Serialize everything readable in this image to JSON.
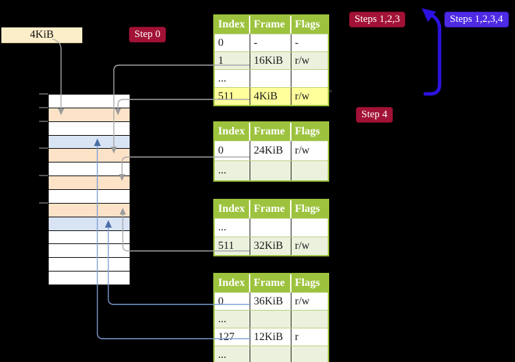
{
  "labels": {
    "page_size": "4KiB"
  },
  "badges": {
    "step0": {
      "label": "Step 0",
      "color": "#a21236"
    },
    "steps123": {
      "label": "Steps 1,2,3",
      "color": "#a21236"
    },
    "steps1234": {
      "label": "Steps 1,2,3,4",
      "color": "#4d2ae4"
    },
    "step4": {
      "label": "Step 4",
      "color": "#a21236"
    }
  },
  "tables": {
    "level1": {
      "headers": [
        "Index",
        "Frame",
        "Flags"
      ],
      "rows": [
        {
          "index": "0",
          "frame": "-",
          "flags": "-",
          "highlight": false
        },
        {
          "index": "1",
          "frame": "16KiB",
          "flags": "r/w",
          "highlight": false
        },
        {
          "index": "...",
          "frame": "",
          "flags": "",
          "highlight": false
        },
        {
          "index": "511",
          "frame": "4KiB",
          "flags": "r/w",
          "highlight": true
        }
      ]
    },
    "level2": {
      "headers": [
        "Index",
        "Frame",
        "Flags"
      ],
      "rows": [
        {
          "index": "0",
          "frame": "24KiB",
          "flags": "r/w"
        },
        {
          "index": "...",
          "frame": "",
          "flags": ""
        }
      ]
    },
    "level3": {
      "headers": [
        "Index",
        "Frame",
        "Flags"
      ],
      "rows": [
        {
          "index": "...",
          "frame": "",
          "flags": ""
        },
        {
          "index": "511",
          "frame": "32KiB",
          "flags": "r/w"
        }
      ]
    },
    "level4": {
      "headers": [
        "Index",
        "Frame",
        "Flags"
      ],
      "rows": [
        {
          "index": "0",
          "frame": "36KiB",
          "flags": "r/w"
        },
        {
          "index": "...",
          "frame": "",
          "flags": ""
        },
        {
          "index": "127",
          "frame": "12KiB",
          "flags": "r"
        },
        {
          "index": "...",
          "frame": "",
          "flags": ""
        }
      ]
    }
  },
  "memory_stack": {
    "row_colors": [
      "white",
      "peach",
      "white",
      "blue",
      "peach",
      "white",
      "peach",
      "white",
      "peach",
      "blue",
      "white",
      "white",
      "white",
      "white"
    ],
    "tick_offsets_kib": [
      0,
      4,
      8,
      16,
      24,
      32
    ]
  },
  "colors": {
    "background": "#000000",
    "table_header_green": "#9dc33e",
    "table_row_green": "#ebf1dc",
    "highlight_yellow": "#ffff9c",
    "frame_peach": "#fce3c8",
    "frame_blue": "#d8e4f4",
    "label_cream": "#fdeeca",
    "connector_gray": "#a8a8a8",
    "connector_blue": "#7d9fd3",
    "big_arrow_blue": "#2c12e0",
    "badge_red": "#a21236",
    "badge_blue": "#4d2ae4"
  }
}
